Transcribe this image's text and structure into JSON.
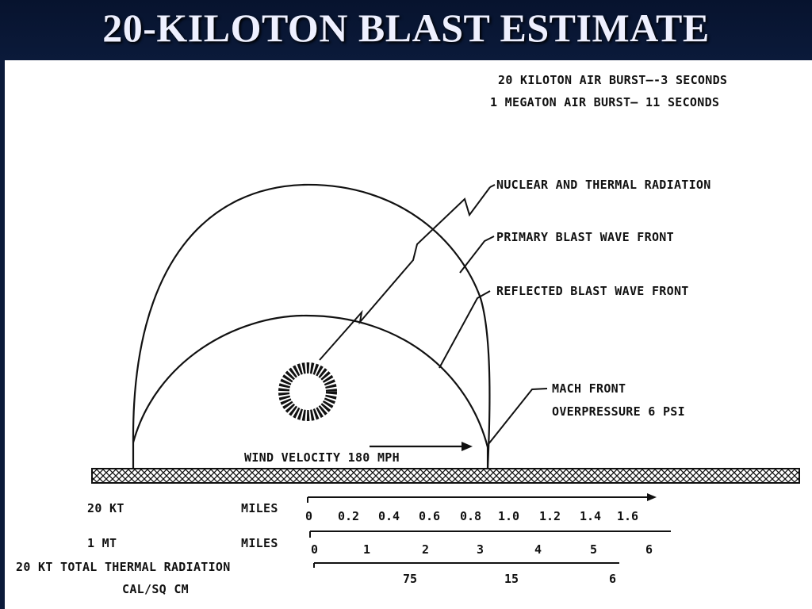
{
  "title": "20-KILOTON BLAST ESTIMATE",
  "timing": {
    "line1": "20 KILOTON AIR BURST—-3 SECONDS",
    "line2": "1 MEGATON AIR BURST— 11 SECONDS"
  },
  "callouts": {
    "nuclear": "NUCLEAR AND THERMAL RADIATION",
    "primary": "PRIMARY BLAST WAVE FRONT",
    "reflected": "REFLECTED BLAST WAVE FRONT",
    "mach1": "MACH FRONT",
    "mach2": "OVERPRESSURE 6 PSI",
    "wind": "WIND VELOCITY 180 MPH"
  },
  "scales": {
    "kt": {
      "label": "20 KT",
      "unit": "MILES",
      "ticks": [
        "0",
        "0.2",
        "0.4",
        "0.6",
        "0.8",
        "1.0",
        "1.2",
        "1.4",
        "1.6"
      ]
    },
    "mt": {
      "label": "1 MT",
      "unit": "MILES",
      "ticks": [
        "0",
        "1",
        "2",
        "3",
        "4",
        "5",
        "6"
      ]
    },
    "thermal": {
      "label1": "20 KT TOTAL THERMAL RADIATION",
      "label2": "CAL/SQ CM",
      "ticks": [
        "75",
        "15",
        "6"
      ]
    }
  },
  "colors": {
    "background": "#0b1a3a",
    "title": "#eef0ff",
    "panel": "#ffffff",
    "ink": "#111111"
  }
}
